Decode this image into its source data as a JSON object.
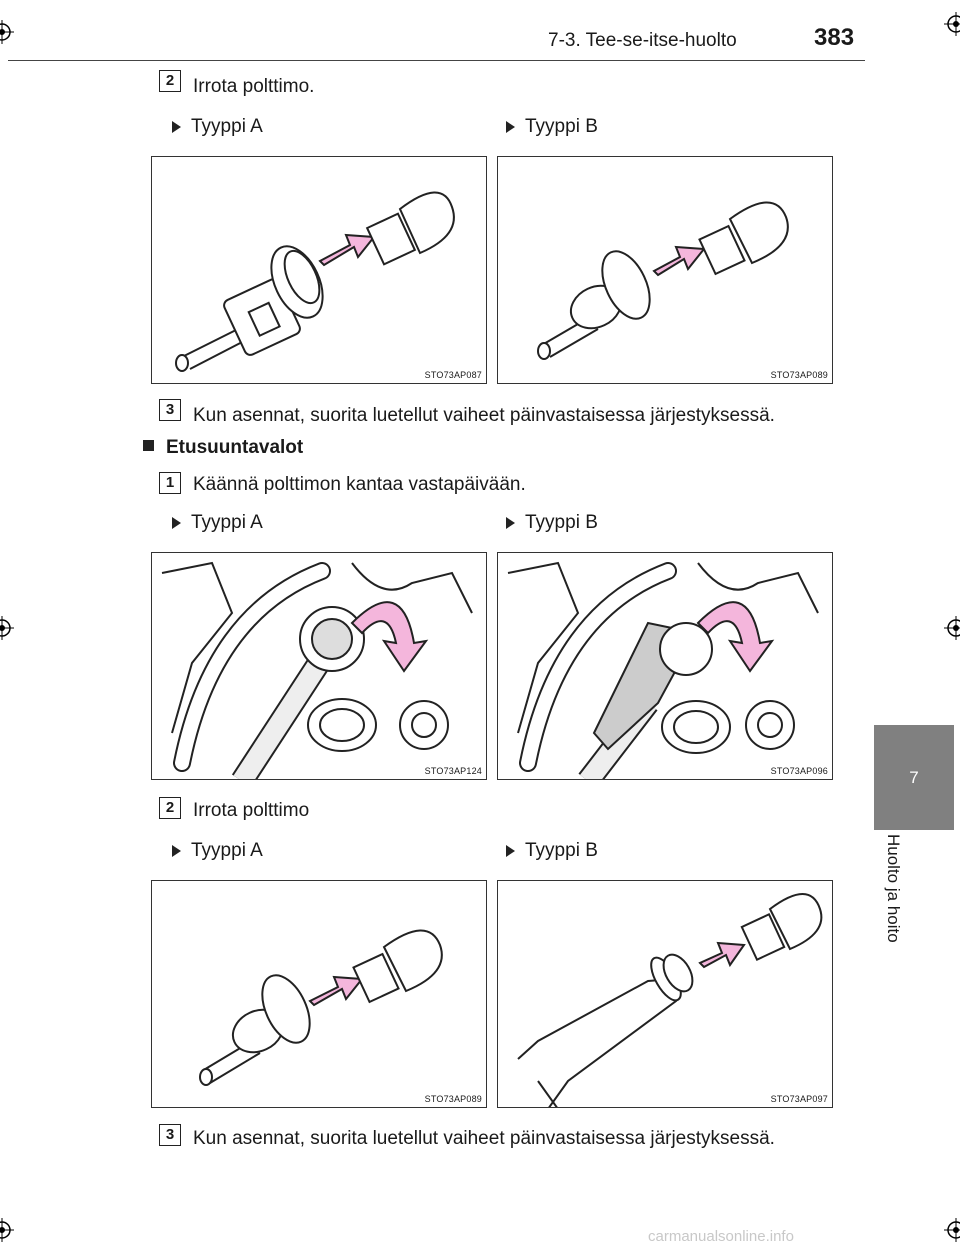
{
  "header": {
    "section": "7-3. Tee-se-itse-huolto",
    "page_number": "383"
  },
  "side_tab": {
    "chapter_number": "7",
    "chapter_title": "Huolto ja hoito"
  },
  "blocks": {
    "step_remove_1": {
      "number": "2",
      "text": "Irrota polttimo."
    },
    "types_1": {
      "a": "Tyyppi A",
      "b": "Tyyppi B"
    },
    "figs_1": {
      "a_code": "STO73AP087",
      "b_code": "STO73AP089"
    },
    "step_reinstall_1": {
      "number": "3",
      "text": "Kun asennat, suorita luetellut vaiheet päinvastaisessa järjestyksessä."
    },
    "subheading": "Etusuuntavalot",
    "step_turn": {
      "number": "1",
      "text": "Käännä polttimon kantaa vastapäivään."
    },
    "types_2": {
      "a": "Tyyppi A",
      "b": "Tyyppi B"
    },
    "figs_2": {
      "a_code": "STO73AP124",
      "b_code": "STO73AP096"
    },
    "step_remove_2": {
      "number": "2",
      "text": "Irrota polttimo"
    },
    "types_3": {
      "a": "Tyyppi A",
      "b": "Tyyppi B"
    },
    "figs_3": {
      "a_code": "STO73AP089",
      "b_code": "STO73AP097"
    },
    "step_reinstall_2": {
      "number": "3",
      "text": "Kun asennat, suorita luetellut vaiheet päinvastaisessa järjestyksessä."
    }
  },
  "watermark": "carmanualsonline.info",
  "colors": {
    "arrow_pink": "#f4b6dc",
    "tab_gray": "#808080"
  }
}
